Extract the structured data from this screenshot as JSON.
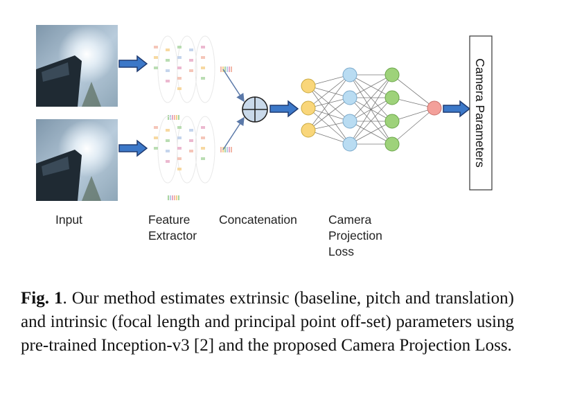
{
  "diagram": {
    "stage_labels": {
      "input": "Input",
      "feature_extractor": "Feature\nExtractor",
      "concatenation": "Concatenation",
      "camera_projection_loss": "Camera\nProjection\nLoss"
    },
    "output_label": "Camera Parameters",
    "colors": {
      "arrow_fill": "#3c78c8",
      "arrow_stroke": "#1e3a70",
      "input_layer": "#f9d67a",
      "hidden_layer_1": "#b9dcf2",
      "hidden_layer_2": "#9ed27a",
      "output_node": "#f3a09a"
    }
  },
  "caption": {
    "label": "Fig. 1",
    "text": ".  Our method estimates extrinsic (baseline, pitch and translation) and intrinsic (focal length and principal point off-set) parameters using pre-trained Inception-v3 [2] and the proposed Camera Projection Loss."
  }
}
